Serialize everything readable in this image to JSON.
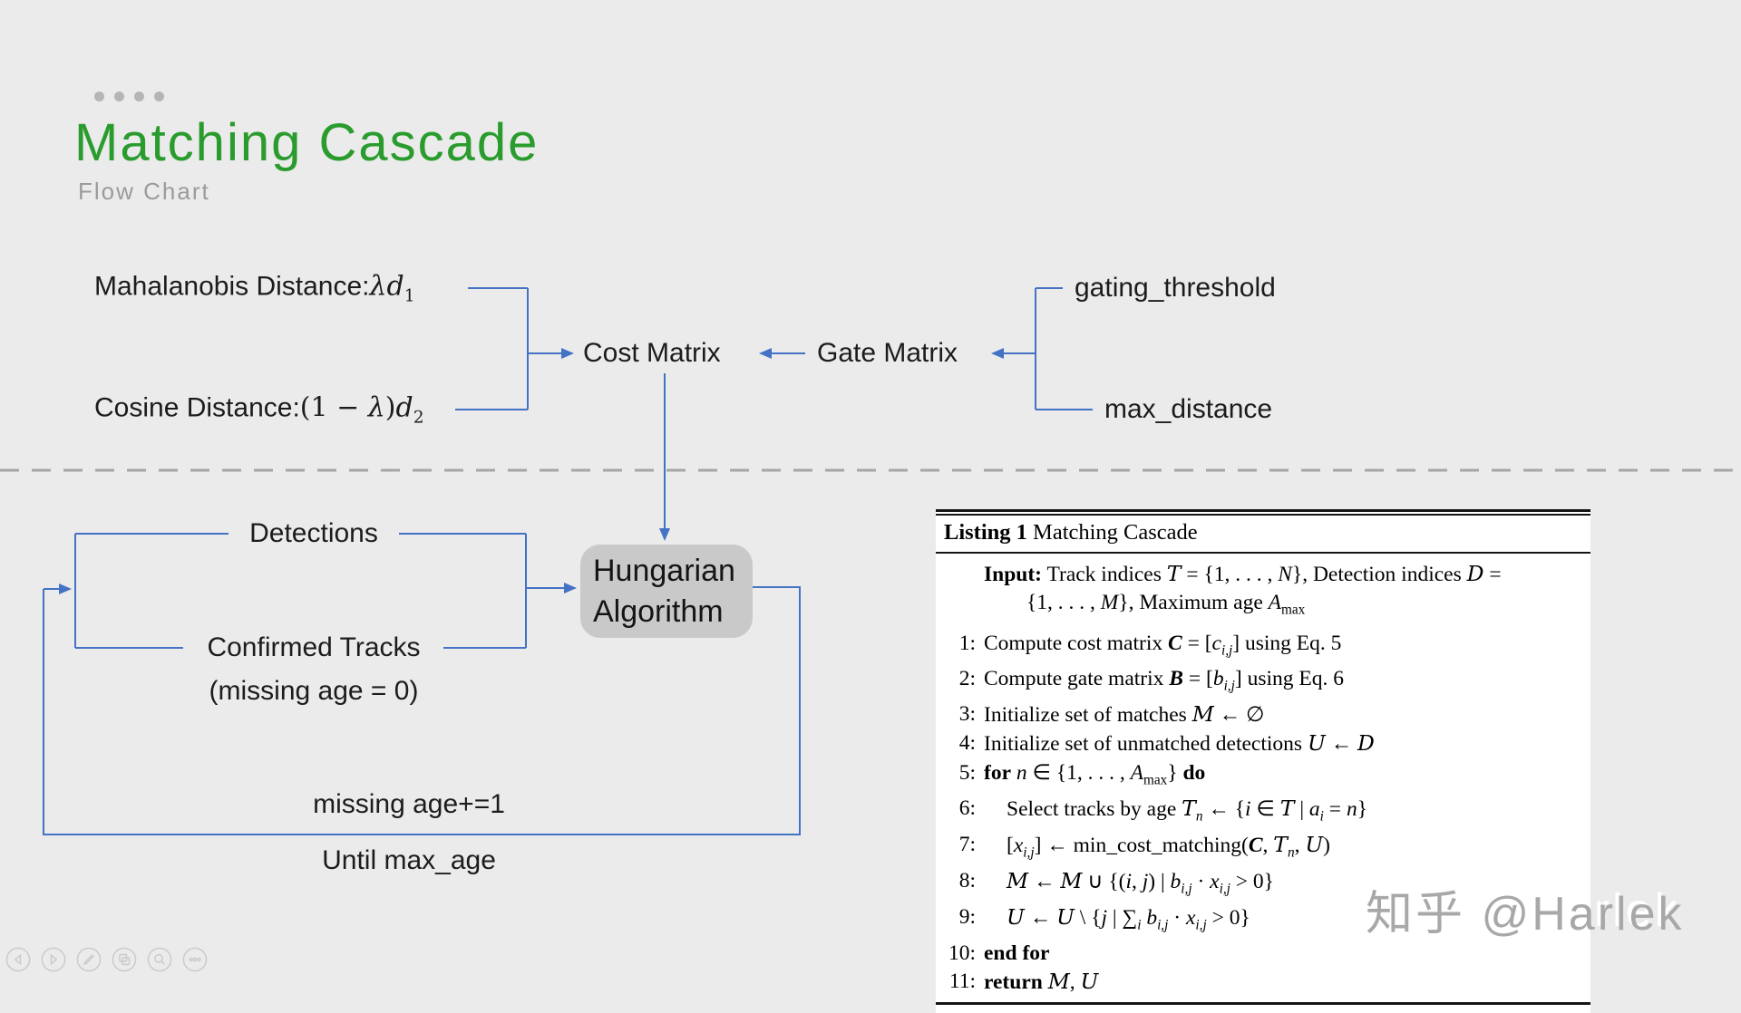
{
  "colors": {
    "bg": "#ebebeb",
    "accent-green": "#2a9c2e",
    "line-blue": "#4472c4",
    "dash-gray": "#a6a6a6",
    "box-gray": "#c9c9c9",
    "text-dark": "#1c1c1c",
    "muted-gray": "#9b9b9b",
    "watermark-gray": "#a8a8a8"
  },
  "header": {
    "title": "Matching Cascade",
    "subtitle": "Flow Chart"
  },
  "flowchart": {
    "mahalanobis_html": "Mahalanobis Distance:<span class='math'><i>λd</i><sub>1</sub></span>",
    "cosine_html": "Cosine Distance:<span class='math'>(1 − <i>λ</i>)<i>d</i><sub>2</sub></span>",
    "cost_matrix": "Cost Matrix",
    "gate_matrix": "Gate Matrix",
    "gating_threshold": "gating_threshold",
    "max_distance": "max_distance",
    "detections": "Detections",
    "confirmed_tracks": "Confirmed Tracks",
    "confirmed_note": "(missing age = 0)",
    "hungarian_line1": "Hungarian",
    "hungarian_line2": "Algorithm",
    "missing_inc": "missing age+=1",
    "until": "Until max_age"
  },
  "listing": {
    "caption_label": "Listing 1",
    "caption_title": " Matching Cascade",
    "rows": [
      {
        "n": "",
        "h": "<b>Input:</b> Track indices <span class='cal'>T</span> = {1, . . . , <i>N</i>}, Detection indices <span class='cal'>D</span> ="
      },
      {
        "n": "",
        "h": "{1, . . . , <i>M</i>}, Maximum age <i>A</i><sub>max</sub>",
        "c": "cont"
      },
      {
        "n": "1:",
        "h": "Compute cost matrix <b><i>C</i></b> = [<i>c<sub>i,j</sub></i>] using Eq. 5",
        "c": "gap"
      },
      {
        "n": "2:",
        "h": "Compute gate matrix <b><i>B</i></b> = [<i>b<sub>i,j</sub></i>] using Eq. 6"
      },
      {
        "n": "3:",
        "h": "Initialize set of matches <span class='cal'>M</span> ← ∅"
      },
      {
        "n": "4:",
        "h": "Initialize set of unmatched detections <span class='cal'>U</span> ← <span class='cal'>D</span>"
      },
      {
        "n": "5:",
        "h": "<b>for</b> <i>n</i> ∈ {1, . . . , <i>A</i><sub>max</sub>} <b>do</b>"
      },
      {
        "n": "6:",
        "h": "Select tracks by age <span class='cal'>T</span><sub><i>n</i></sub> ← {<i>i</i> ∈ <span class='cal'>T</span> | <i>a<sub>i</sub></i> = <i>n</i>}",
        "c": "ind"
      },
      {
        "n": "7:",
        "h": "[<i>x<sub>i,j</sub></i>] ← min_cost_matching(<b><i>C</i></b>, <span class='cal'>T</span><sub><i>n</i></sub>, <span class='cal'>U</span>)",
        "c": "ind"
      },
      {
        "n": "8:",
        "h": "<span class='cal'>M</span> ← <span class='cal'>M</span> ∪ {(<i>i</i>, <i>j</i>) | <i>b<sub>i,j</sub></i> · <i>x<sub>i,j</sub></i> > 0}",
        "c": "ind"
      },
      {
        "n": "9:",
        "h": "<span class='cal'>U</span> ← <span class='cal'>U</span> \\ {<i>j</i> | ∑<sub><i>i</i></sub> <i>b<sub>i,j</sub></i> · <i>x<sub>i,j</sub></i> > 0}",
        "c": "ind"
      },
      {
        "n": "10:",
        "h": "<b>end for</b>"
      },
      {
        "n": "11:",
        "h": "<b>return</b> <span class='cal'>M</span>, <span class='cal'>U</span>"
      }
    ]
  },
  "watermark": "知乎 @Harlek",
  "toolbar": {
    "icons": [
      "previous",
      "next",
      "pen",
      "slides",
      "zoom",
      "more"
    ]
  }
}
